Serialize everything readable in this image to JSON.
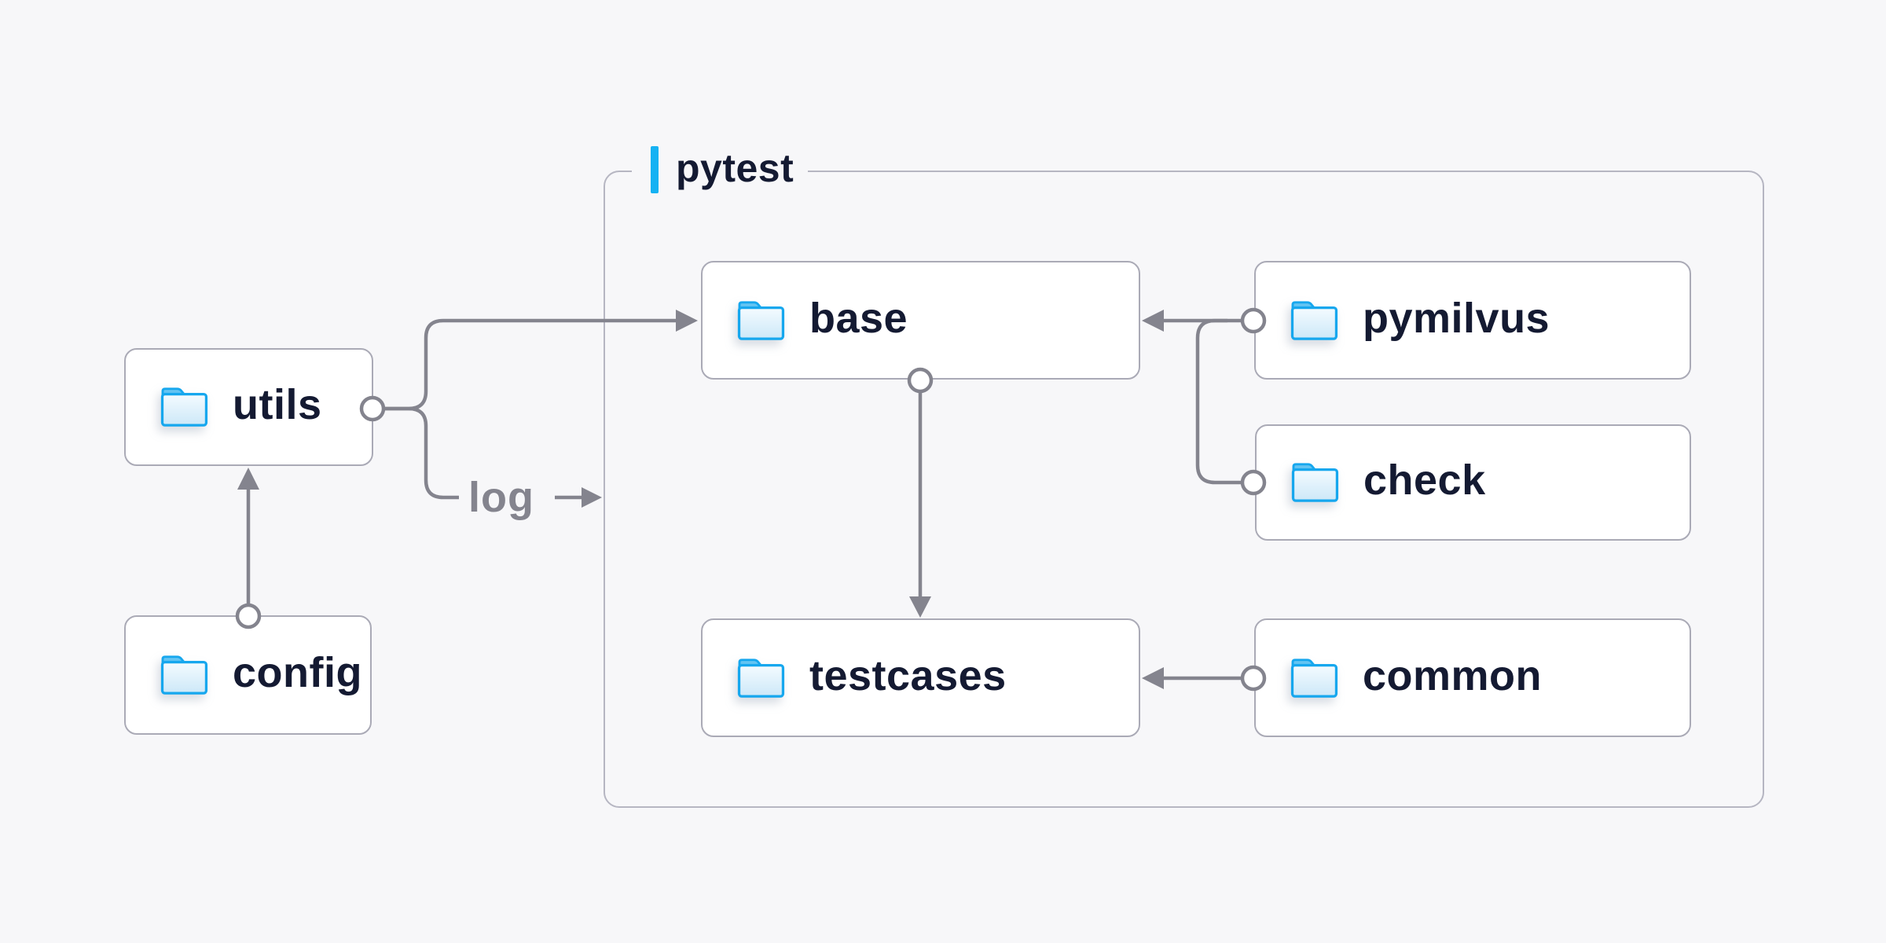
{
  "diagram": {
    "container": {
      "label": "pytest"
    },
    "nodes": {
      "utils": {
        "label": "utils",
        "icon": "folder-icon"
      },
      "config": {
        "label": "config",
        "icon": "folder-icon"
      },
      "base": {
        "label": "base",
        "icon": "folder-icon"
      },
      "pymilvus": {
        "label": "pymilvus",
        "icon": "folder-icon"
      },
      "check": {
        "label": "check",
        "icon": "folder-icon"
      },
      "testcases": {
        "label": "testcases",
        "icon": "folder-icon"
      },
      "common": {
        "label": "common",
        "icon": "folder-icon"
      }
    },
    "edges": [
      {
        "from": "config",
        "to": "utils",
        "label": ""
      },
      {
        "from": "utils",
        "to": "base",
        "label": ""
      },
      {
        "from": "utils",
        "to": "pytest",
        "label": "log"
      },
      {
        "from": "pymilvus",
        "to": "base",
        "label": ""
      },
      {
        "from": "check",
        "to": "base",
        "label": ""
      },
      {
        "from": "base",
        "to": "testcases",
        "label": ""
      },
      {
        "from": "common",
        "to": "testcases",
        "label": ""
      }
    ],
    "edge_label": "log",
    "colors": {
      "background": "#f7f7f9",
      "node_background": "#ffffff",
      "node_border": "#aaaab6",
      "container_border": "#b6b6c2",
      "text_navy": "#141a32",
      "connector_gray": "#84848e",
      "accent_blue": "#16b2f3",
      "folder_blue": "#16a7ee"
    }
  }
}
